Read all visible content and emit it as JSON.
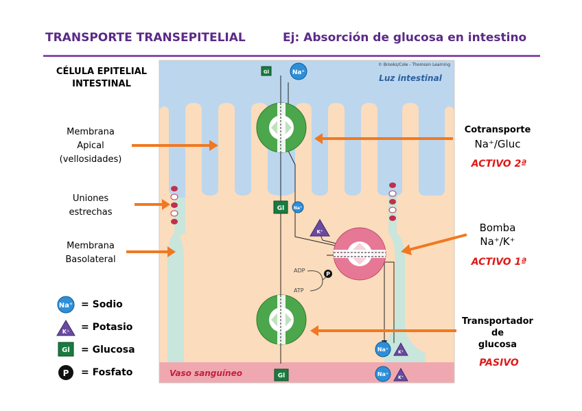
{
  "header": {
    "title_left": "TRANSPORTE TRANSEPITELIAL",
    "title_right": "Ej: Absorción de glucosa en intestino"
  },
  "cell_label": [
    "CÉLULA EPITELIAL",
    "INTESTINAL"
  ],
  "left_labels": {
    "apical": [
      "Membrana",
      "Apical",
      "(vellosidades)"
    ],
    "tight": [
      "Uniones",
      "estrechas"
    ],
    "basolateral": [
      "Membrana",
      "Basolateral"
    ]
  },
  "right_labels": {
    "cotransport": [
      "Cotransporte",
      "Na⁺/Gluc"
    ],
    "cotransport_mode": "ACTIVO 2ª",
    "pump": [
      "Bomba",
      "Na⁺/K⁺"
    ],
    "pump_mode": "ACTIVO 1ª",
    "transporter": [
      "Transportador",
      "de",
      "glucosa"
    ],
    "transporter_mode": "PASIVO"
  },
  "diagram": {
    "credit": "© Brooks/Cole - Thomson Learning",
    "lumen": "Luz intestinal",
    "blood": "Vaso sanguíneo",
    "adp": "ADP",
    "atp": "ATP",
    "p": "P",
    "gl": "Gl",
    "na": "Na⁺",
    "k": "K⁺"
  },
  "legend": [
    {
      "symbol": "Na⁺",
      "text": "= Sodio",
      "icon": "sodium-circle"
    },
    {
      "symbol": "K⁺",
      "text": "= Potasio",
      "icon": "potassium-triangle"
    },
    {
      "symbol": "Gl",
      "text": "= Glucosa",
      "icon": "glucose-square"
    },
    {
      "symbol": "P",
      "text": "= Fosfato",
      "icon": "phosphate-circle"
    }
  ],
  "colors": {
    "title": "#5a2a86",
    "lumen": "#bcd6ee",
    "cytoplasm": "#fbdcbc",
    "interstitial": "#c8e6dc",
    "blood": "#f0a8b0",
    "green_transporter": "#4ca64c",
    "pink_pump": "#e67896",
    "arrow": "#f07820",
    "sodium": "#2e8fd8",
    "potassium": "#6a4aa0",
    "glucose": "#1a7a40",
    "mode_text": "#e01818"
  }
}
